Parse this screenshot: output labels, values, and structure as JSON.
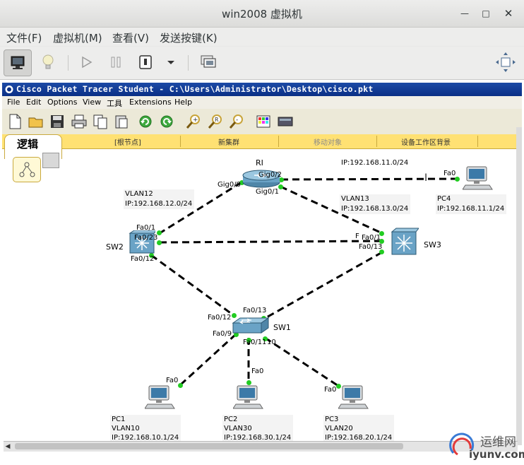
{
  "window": {
    "title": "win2008 虚拟机"
  },
  "vm_menu": [
    "文件(F)",
    "虚拟机(M)",
    "查看(V)",
    "发送按键(K)"
  ],
  "pt": {
    "title": "Cisco Packet Tracer Student - C:\\Users\\Administrator\\Desktop\\cisco.pkt",
    "menu": [
      "File",
      "Edit",
      "Options",
      "View",
      "工具",
      "Extensions",
      "Help"
    ],
    "workspace": {
      "tab": "逻辑",
      "items": [
        "[根节点]",
        "新集群",
        "移动对象",
        "设备工作区背景"
      ]
    }
  },
  "topology": {
    "router": {
      "name": "RI",
      "ports": {
        "g00": "Gig0/0",
        "g02": "Gig0/2",
        "g01": "Gig0/1"
      }
    },
    "sw2": {
      "name": "SW2",
      "ports": {
        "fa01": "Fa0/1",
        "fa023": "Fa0/23",
        "fa012": "Fa0/12"
      }
    },
    "sw3": {
      "name": "SW3",
      "ports": {
        "f": "F",
        "fa01": "Fa0/1",
        "fa013": "Fa0/13"
      }
    },
    "sw1": {
      "name": "SW1",
      "ports": {
        "fa012": "Fa0/12",
        "fa013": "Fa0/13",
        "fa09": "Fa0/9",
        "fa011": "Fa0/11",
        "n10": "10"
      }
    },
    "vlan12": {
      "line1": "VLAN12",
      "line2": "IP:192.168.12.0/24"
    },
    "vlan13": {
      "line1": "VLAN13",
      "line2": "IP:192.168.13.0/24"
    },
    "net11": "IP:192.168.11.0/24",
    "pc4": {
      "port": "Fa0",
      "name": "PC4",
      "ip": "IP:192.168.11.1/24"
    },
    "pc1": {
      "port": "Fa0",
      "name": "PC1",
      "vlan": "VLAN10",
      "ip": "IP:192.168.10.1/24"
    },
    "pc2": {
      "port": "Fa0",
      "name": "PC2",
      "vlan": "VLAN30",
      "ip": "IP:192.168.30.1/24"
    },
    "pc3": {
      "port": "Fa0",
      "name": "PC3",
      "vlan": "VLAN20",
      "ip": "IP:192.168.20.1/24"
    }
  },
  "watermark": {
    "cn": "运维网",
    "en": "iyunv.com"
  },
  "colors": {
    "pt_title": "#0a2f86",
    "workspace_bar": "#ffe173",
    "link_dot": "#22cc22"
  }
}
